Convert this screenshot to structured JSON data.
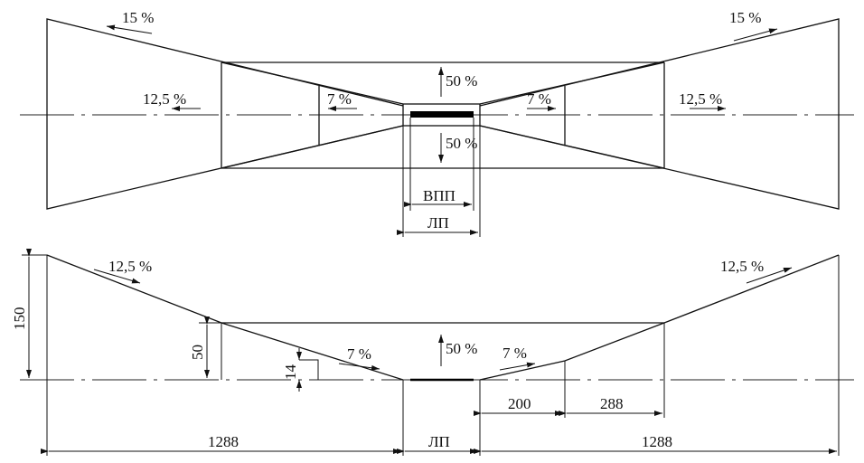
{
  "plan": {
    "slope_left_outer": "15 %",
    "slope_right_outer": "15 %",
    "slope_left_mid": "12,5 %",
    "slope_right_mid": "12,5 %",
    "slope_left_inner": "7 %",
    "slope_right_inner": "7 %",
    "slope_up": "50 %",
    "slope_down": "50 %",
    "vpp_label": "ВПП",
    "lp_label": "ЛП"
  },
  "profile": {
    "slope_left_outer": "12,5 %",
    "slope_right_outer": "12,5 %",
    "slope_left_inner": "7 %",
    "slope_right_inner": "7 %",
    "slope_up": "50 %",
    "dim_150": "150",
    "dim_50": "50",
    "dim_14": "14",
    "dim_200": "200",
    "dim_288": "288",
    "dim_left_1288": "1288",
    "dim_right_1288": "1288",
    "lp_label": "ЛП"
  },
  "colors": {
    "line": "#111111",
    "runway": "#000000",
    "background": "#ffffff"
  }
}
